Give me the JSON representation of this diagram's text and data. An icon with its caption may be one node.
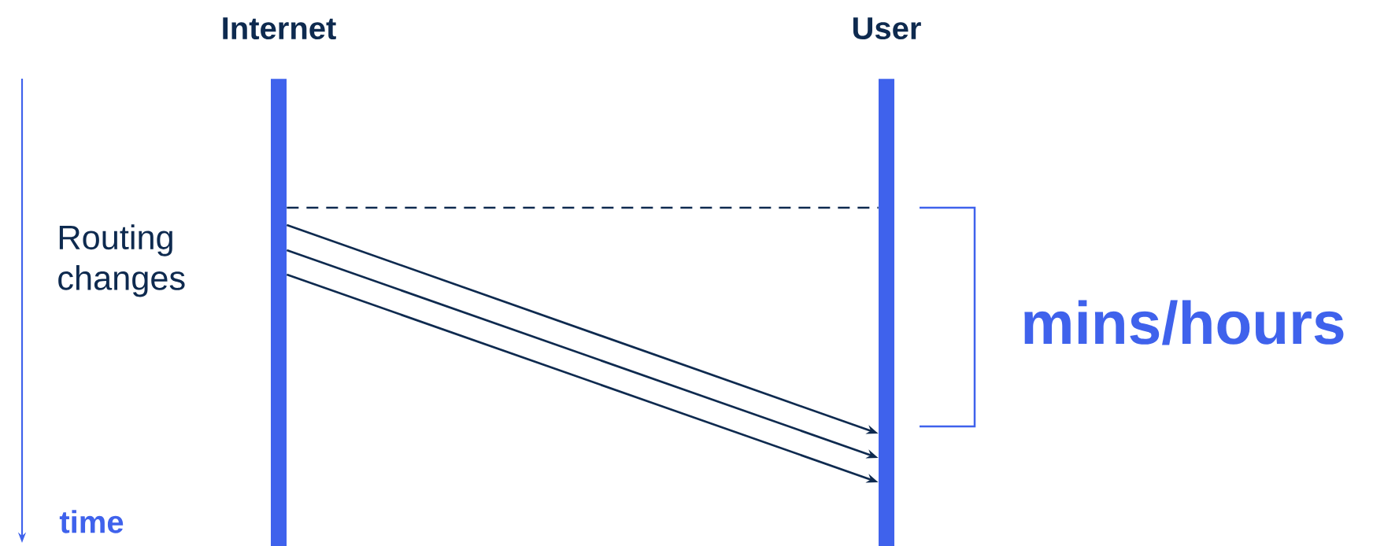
{
  "diagram": {
    "nodes": [
      {
        "text": [
          "Internet"
        ]
      },
      {
        "text": [
          "User"
        ]
      }
    ],
    "edges": [
      {
        "from": 0,
        "to": 1,
        "arrow": "none",
        "style": "dashed"
      },
      {
        "from": 0,
        "to": 1,
        "arrow": "to"
      },
      {
        "from": 0,
        "to": 1,
        "arrow": "to"
      },
      {
        "from": 0,
        "to": 1,
        "arrow": "to"
      }
    ],
    "labels": [
      "Routing changes",
      "time",
      "mins/hours"
    ]
  }
}
